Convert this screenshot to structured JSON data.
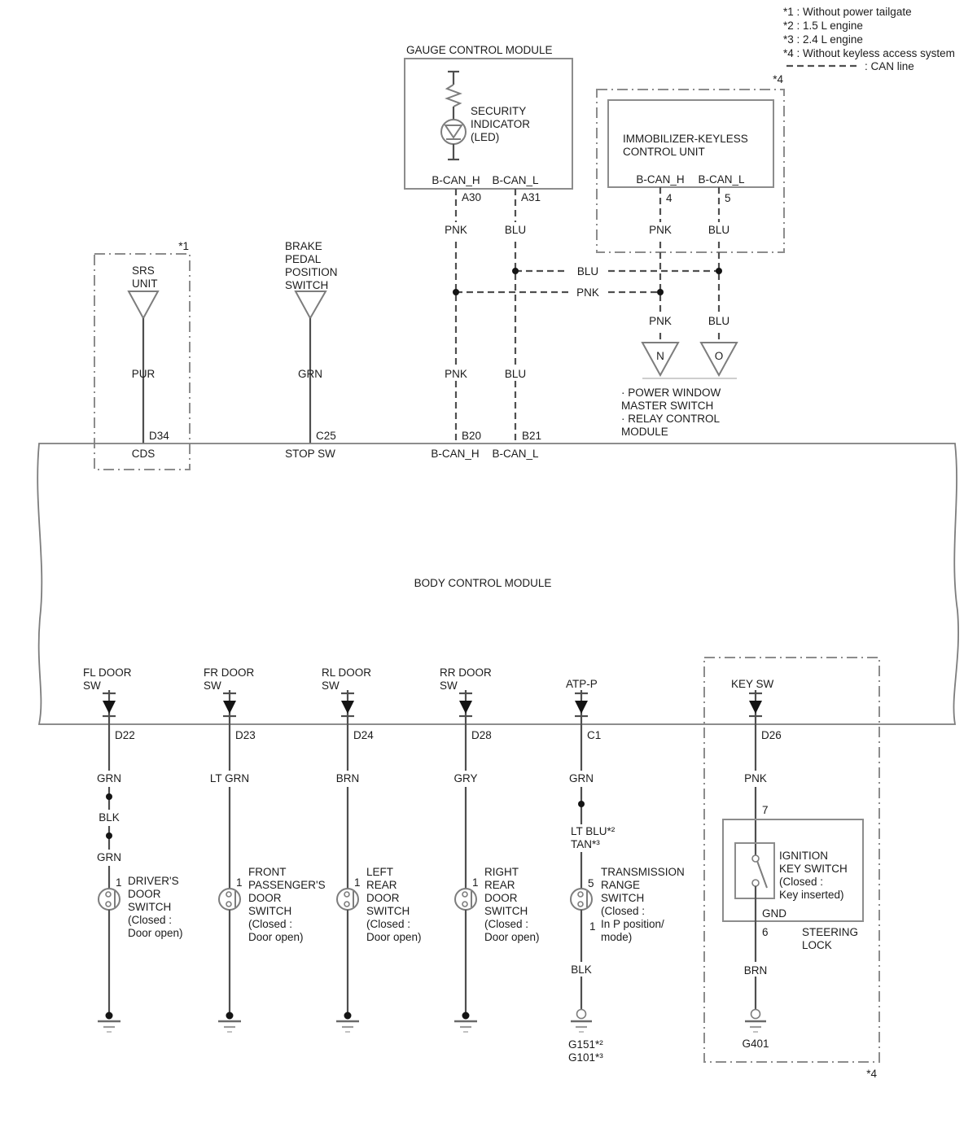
{
  "colors": {
    "line": "#4f4f4f",
    "outline": "#8c8c8c",
    "text": "#1c1c1c",
    "background": "#ffffff"
  },
  "legend": {
    "notes": [
      "*1 : Without power tailgate",
      "*2 : 1.5 L engine",
      "*3 : 2.4 L engine",
      "*4 : Without keyless access system"
    ],
    "can_line": ": CAN line"
  },
  "gauge_module": {
    "title": "GAUGE CONTROL MODULE",
    "indicator": [
      "SECURITY",
      "INDICATOR",
      "(LED)"
    ],
    "pin_names": [
      "B-CAN_H",
      "B-CAN_L"
    ],
    "pins": [
      "A30",
      "A31"
    ],
    "wires": [
      "PNK",
      "BLU"
    ]
  },
  "immobilizer": {
    "note": "*4",
    "name": [
      "IMMOBILIZER-KEYLESS",
      "CONTROL UNIT"
    ],
    "pin_names": [
      "B-CAN_H",
      "B-CAN_L"
    ],
    "pins": [
      "4",
      "5"
    ],
    "wires_top": [
      "PNK",
      "BLU"
    ],
    "wires_bottom": [
      "PNK",
      "BLU"
    ]
  },
  "can_branches": {
    "blu": "BLU",
    "pnk": "PNK"
  },
  "power_window": {
    "connectors": [
      "N",
      "O"
    ],
    "caption": [
      "· POWER WINDOW",
      "MASTER SWITCH",
      "· RELAY CONTROL",
      "MODULE"
    ]
  },
  "srs": {
    "note": "*1",
    "name": [
      "SRS",
      "UNIT"
    ],
    "wire": "PUR",
    "pin": "D34",
    "bcm_pin_name": "CDS"
  },
  "brake": {
    "name": [
      "BRAKE",
      "PEDAL",
      "POSITION",
      "SWITCH"
    ],
    "wire": "GRN",
    "pin": "C25",
    "bcm_pin_name": "STOP SW"
  },
  "bcm": {
    "title": "BODY CONTROL MODULE",
    "can_wires": [
      "PNK",
      "BLU"
    ],
    "can_pins": [
      "B20",
      "B21"
    ],
    "can_pin_names": [
      "B-CAN_H",
      "B-CAN_L"
    ]
  },
  "fl_door": {
    "bcm_name": [
      "FL DOOR",
      "SW"
    ],
    "pin": "D22",
    "wires": [
      "GRN",
      "BLK",
      "GRN"
    ],
    "sw_pin": "1",
    "device": [
      "DRIVER'S",
      "DOOR",
      "SWITCH",
      "(Closed :",
      "Door open)"
    ]
  },
  "fr_door": {
    "bcm_name": [
      "FR DOOR",
      "SW"
    ],
    "pin": "D23",
    "wire": "LT GRN",
    "sw_pin": "1",
    "device": [
      "FRONT",
      "PASSENGER'S",
      "DOOR",
      "SWITCH",
      "(Closed :",
      "Door open)"
    ]
  },
  "rl_door": {
    "bcm_name": [
      "RL DOOR",
      "SW"
    ],
    "pin": "D24",
    "wire": "BRN",
    "sw_pin": "1",
    "device": [
      "LEFT",
      "REAR",
      "DOOR",
      "SWITCH",
      "(Closed :",
      "Door open)"
    ]
  },
  "rr_door": {
    "bcm_name": [
      "RR DOOR",
      "SW"
    ],
    "pin": "D28",
    "wire": "GRY",
    "sw_pin": "1",
    "device": [
      "RIGHT",
      "REAR",
      "DOOR",
      "SWITCH",
      "(Closed :",
      "Door open)"
    ]
  },
  "atp": {
    "bcm_name": "ATP-P",
    "pin": "C1",
    "wire_top": "GRN",
    "wire_variants": [
      "LT BLU*²",
      "TAN*³"
    ],
    "sw_pin_top": "5",
    "sw_pin_bottom": "1",
    "device": [
      "TRANSMISSION",
      "RANGE",
      "SWITCH",
      "(Closed :",
      "In P position/",
      "mode)"
    ],
    "wire_bottom": "BLK",
    "grounds": [
      "G151*²",
      "G101*³"
    ]
  },
  "key_switch": {
    "note": "*4",
    "bcm_name": "KEY SW",
    "pin": "D26",
    "wire_top": "PNK",
    "pin_top": "7",
    "device": [
      "IGNITION",
      "KEY SWITCH",
      "(Closed :",
      "Key inserted)"
    ],
    "gnd_label": "GND",
    "pin_bottom": "6",
    "housing": [
      "STEERING",
      "LOCK"
    ],
    "wire_bottom": "BRN",
    "ground": "G401"
  }
}
